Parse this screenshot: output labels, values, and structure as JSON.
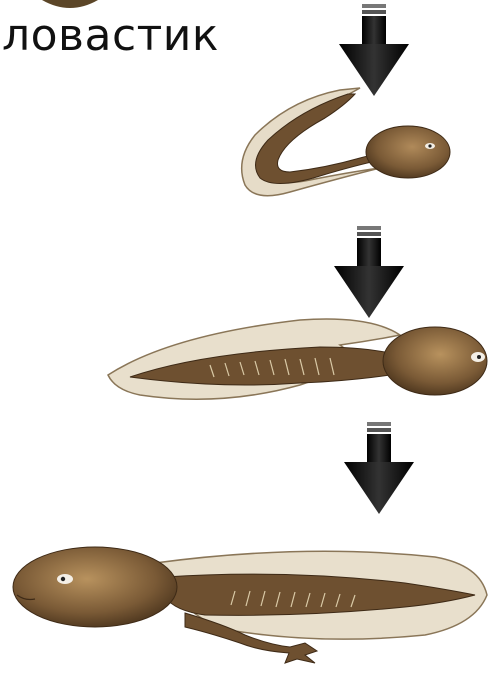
{
  "diagram": {
    "label_fragment": "ловастик",
    "stages": [
      {
        "id": "curled-tadpole",
        "description_name": "curled-tadpole"
      },
      {
        "id": "tailed-tadpole",
        "description_name": "tailed-tadpole"
      },
      {
        "id": "tadpole-with-legs",
        "description_name": "tadpole-with-legs"
      }
    ],
    "colors": {
      "body": "#7a5a36",
      "body_light": "#a88458",
      "body_dark": "#3e2a16",
      "fin": "#e6dcc8",
      "fin_outline": "#8a7658",
      "arrow": "#111111"
    }
  }
}
